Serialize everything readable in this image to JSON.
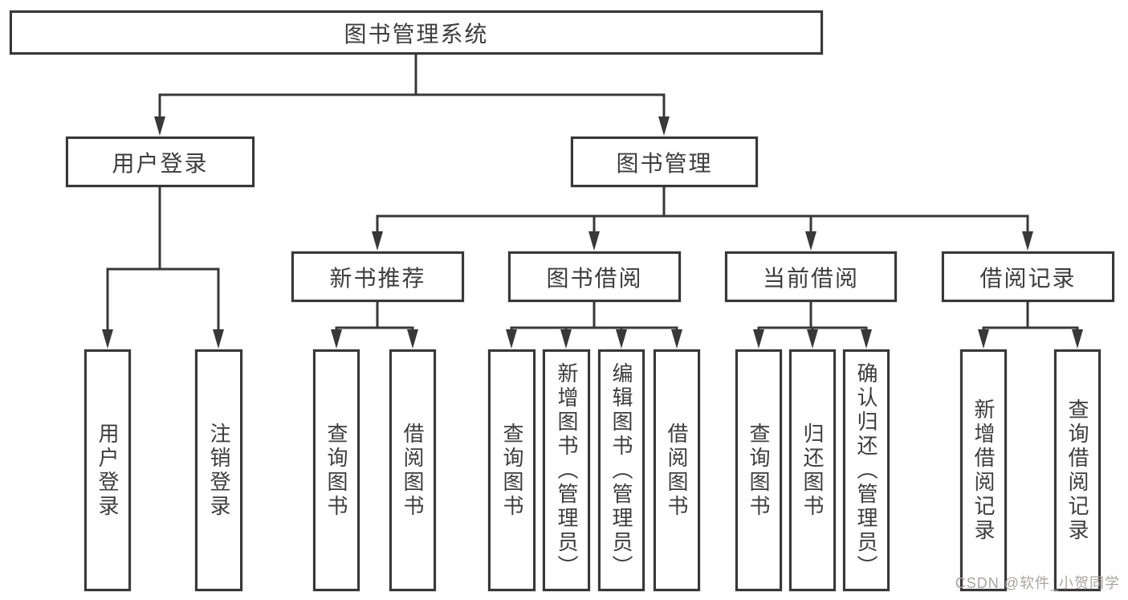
{
  "diagram": {
    "root": {
      "label": "图书管理系统"
    },
    "level2": [
      {
        "label": "用户登录",
        "children": [
          "用户登录",
          "注销登录"
        ]
      },
      {
        "label": "图书管理",
        "groups": [
          {
            "label": "新书推荐",
            "children": [
              "查询图书",
              "借阅图书"
            ]
          },
          {
            "label": "图书借阅",
            "children": [
              "查询图书",
              "新增图书（管理员）",
              "编辑图书（管理员）",
              "借阅图书"
            ]
          },
          {
            "label": "当前借阅",
            "children": [
              "查询图书",
              "归还图书",
              "确认归还（管理员）"
            ]
          },
          {
            "label": "借阅记录",
            "children": [
              "新增借阅记录",
              "查询借阅记录"
            ]
          }
        ]
      }
    ]
  },
  "watermark": {
    "text": "CSDN @软件_小贺同学"
  },
  "colors": {
    "line": "#383838",
    "box_border": "#383838",
    "text": "#3d3d3d",
    "background": "#ffffff",
    "watermark": "#aba3a3"
  }
}
